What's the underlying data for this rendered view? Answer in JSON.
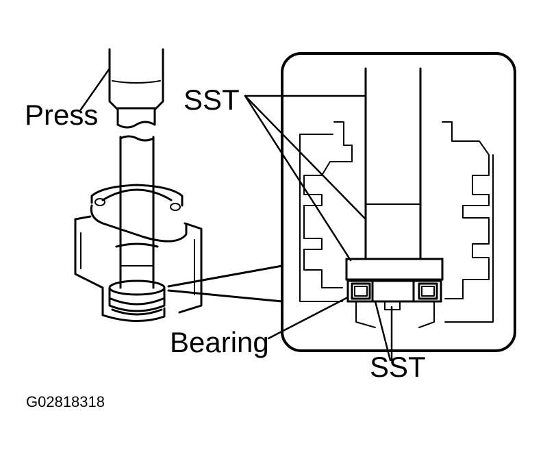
{
  "labels": {
    "press": "Press",
    "sst_top": "SST",
    "bearing": "Bearing",
    "sst_bottom": "SST"
  },
  "figure_id": "G02818318",
  "colors": {
    "ink": "#000000",
    "paper": "#ffffff"
  }
}
